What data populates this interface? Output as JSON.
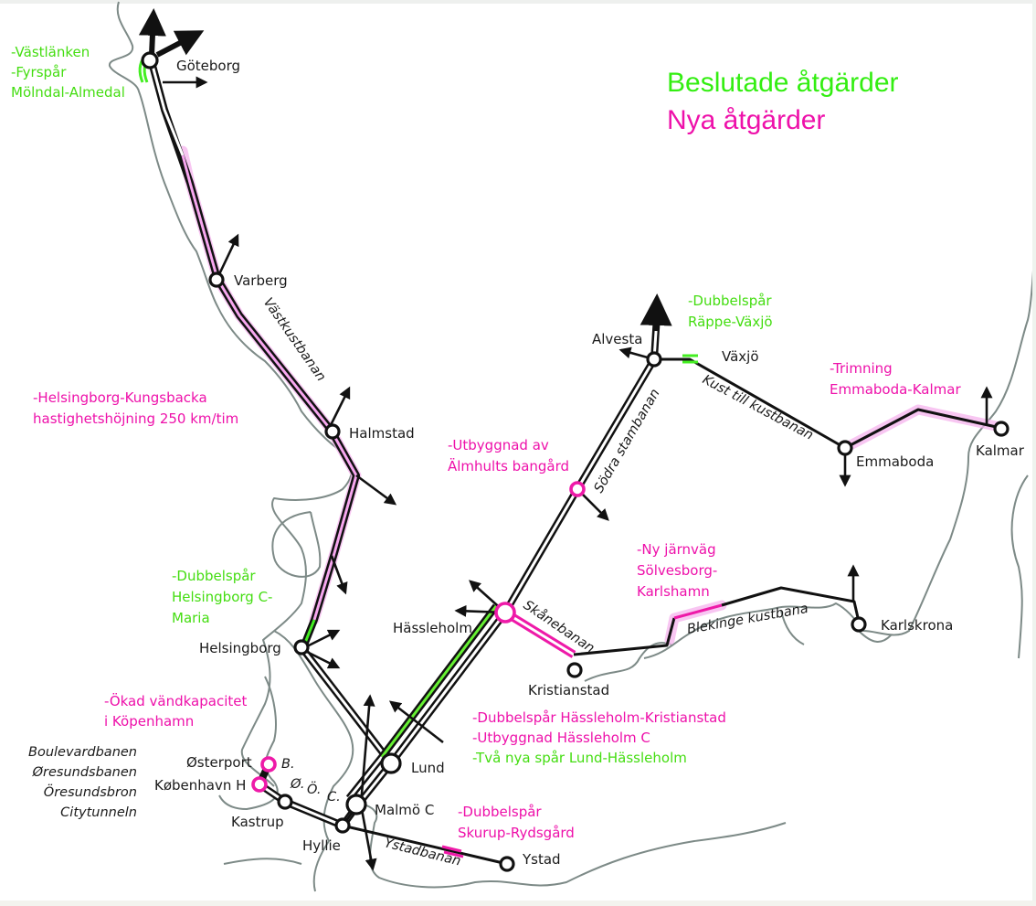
{
  "legend": {
    "decided": {
      "label": "Beslutade åtgärder",
      "color": "#33ee11"
    },
    "new": {
      "label": "Nya åtgärder",
      "color": "#ee11aa"
    }
  },
  "stations": {
    "goteborg": "Göteborg",
    "varberg": "Varberg",
    "halmstad": "Halmstad",
    "helsingborg": "Helsingborg",
    "hassleholm": "Hässleholm",
    "kristianstad": "Kristianstad",
    "lund": "Lund",
    "malmo": "Malmö C",
    "hyllie": "Hyllie",
    "kastrup": "Kastrup",
    "kobenhavn": "København H",
    "osterport": "Østerport",
    "ystad": "Ystad",
    "alvesta": "Alvesta",
    "vaxjo": "Växjö",
    "emmaboda": "Emmaboda",
    "kalmar": "Kalmar",
    "karlskrona": "Karlskrona"
  },
  "lines": {
    "vastkustbanan": "Västkustbanan",
    "sodra_stambanan": "Södra stambanan",
    "kust_till_kustbanan": "Kust till kustbanan",
    "skanebanan": "Skånebanan",
    "blekinge_kustbana": "Blekinge kustbana",
    "ystadbanan": "Ystadbanan"
  },
  "copenhagen_key": {
    "abbrev": [
      "B.",
      "Ø.",
      "Ö.",
      "C."
    ],
    "names": [
      "Boulevardbanen",
      "Øresundsbanen",
      "Öresundsbron",
      "Citytunneln"
    ]
  },
  "notes": {
    "vastlanken": {
      "lines": [
        "-Västlänken",
        "-Fyrspår",
        "Mölndal-Almedal"
      ],
      "type": "decided"
    },
    "helsingborg_kungsbacka": {
      "lines": [
        "-Helsingborg-Kungsbacka",
        "hastighetshöjning 250 km/tim"
      ],
      "type": "new"
    },
    "dubbelspar_helsingborg": {
      "lines": [
        "-Dubbelspår",
        "Helsingborg C-",
        "Maria"
      ],
      "type": "decided"
    },
    "kopenhamn": {
      "lines": [
        "-Ökad vändkapacitet",
        "i Köpenhamn"
      ],
      "type": "new"
    },
    "almhult": {
      "lines": [
        "-Utbyggnad av",
        "Älmhults bangård"
      ],
      "type": "new"
    },
    "rappe_vaxjo": {
      "lines": [
        "-Dubbelspår",
        "Räppe-Växjö"
      ],
      "type": "decided"
    },
    "emmaboda_kalmar": {
      "lines": [
        "-Trimning",
        "Emmaboda-Kalmar"
      ],
      "type": "new"
    },
    "solvesborg_karlshamn": {
      "lines": [
        "-Ny järnväg",
        "Sölvesborg-",
        "Karlshamn"
      ],
      "type": "new"
    },
    "hassleholm_group": {
      "lines": [
        {
          "text": "-Dubbelspår Hässleholm-Kristianstad",
          "type": "new"
        },
        {
          "text": "-Utbyggnad Hässleholm C",
          "type": "new"
        },
        {
          "text": "-Två nya spår Lund-Hässleholm",
          "type": "decided"
        }
      ]
    },
    "skurup_rydsgard": {
      "lines": [
        "-Dubbelspår",
        "Skurup-Rydsgård"
      ],
      "type": "new"
    }
  }
}
